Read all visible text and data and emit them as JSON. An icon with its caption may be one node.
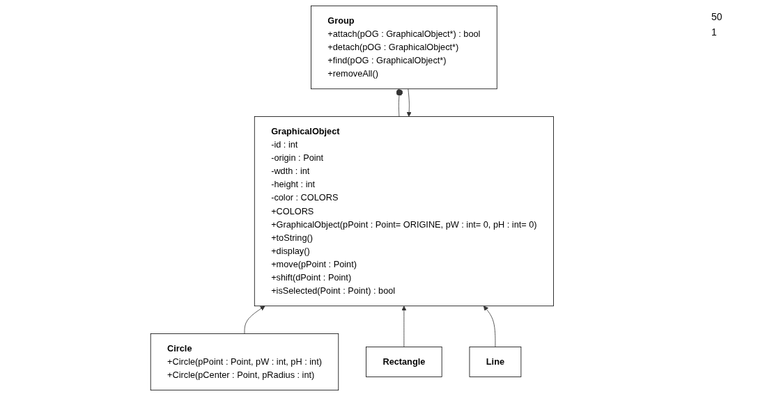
{
  "diagram": {
    "nodes": [
      {
        "text": [
          "GraphicalObject",
          "-id : int",
          "-origin : Point",
          "-wdth : int",
          "-height : int",
          "-color : COLORS",
          "+COLORS",
          "+GraphicalObject(pPoint : Point= ORIGINE, pW : int= 0, pH : int= 0)",
          "+toString()",
          "+display()",
          "+move(pPoint : Point)",
          "+shift(dPoint : Point)",
          "+isSelected(Point : Point) : bool"
        ]
      },
      {
        "text": [
          "Circle",
          "+Circle(pPoint : Point, pW : int, pH : int)",
          "+Circle(pCenter : Point, pRadius : int)"
        ]
      },
      {
        "text": [
          "Rectangle"
        ]
      },
      {
        "text": [
          "Line"
        ]
      },
      {
        "text": [
          "Group",
          "+attach(pOG : GraphicalObject*) : bool",
          "+detach(pOG : GraphicalObject*)",
          "+find(pOG : GraphicalObject*)",
          "+removeAll()"
        ]
      }
    ],
    "edges": [
      {
        "from": 1,
        "to": 0,
        "arrow": "to"
      },
      {
        "from": 2,
        "to": 0,
        "arrow": "to"
      },
      {
        "from": 3,
        "to": 0,
        "arrow": "to"
      },
      {
        "from": 4,
        "to": 0,
        "arrow": "to"
      },
      {
        "from": 0,
        "to": 4,
        "arrow": "other"
      }
    ],
    "labels": [
      "50",
      "1"
    ]
  }
}
